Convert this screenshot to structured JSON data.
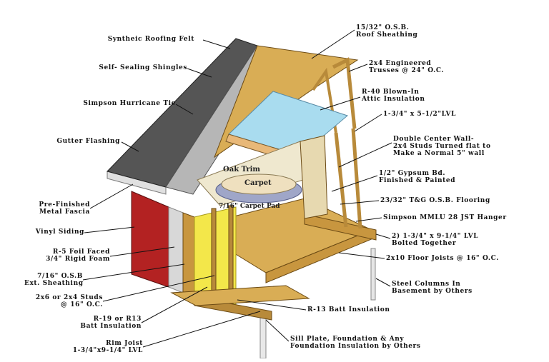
{
  "callouts_left": [
    {
      "id": "roofing-felt",
      "lines": [
        "Syntheic Roofing Felt"
      ]
    },
    {
      "id": "shingles",
      "lines": [
        "Self- Sealing Shingles"
      ]
    },
    {
      "id": "hurricane-tie",
      "lines": [
        "Simpson Hurricane Tie"
      ]
    },
    {
      "id": "gutter-flashing",
      "lines": [
        "Gutter Flashing"
      ]
    },
    {
      "id": "fascia",
      "lines": [
        "Pre-Finished",
        "Metal Fascia"
      ]
    },
    {
      "id": "vinyl-siding",
      "lines": [
        "Vinyl Siding"
      ]
    },
    {
      "id": "rigid-foam",
      "lines": [
        "R-5 Foil Faced",
        "3/4\" Rigid Foam"
      ]
    },
    {
      "id": "ext-sheathing",
      "lines": [
        "7/16\" O.S.B",
        "Ext. Sheathing"
      ]
    },
    {
      "id": "studs",
      "lines": [
        "2x6 or 2x4 Studs",
        "@ 16\" O.C."
      ]
    },
    {
      "id": "batt-r19",
      "lines": [
        "R-19 or R13",
        "Batt Insulation"
      ]
    },
    {
      "id": "rim-joist",
      "lines": [
        "Rim Joist",
        "1-3/4\"x9-1/4\" LVL"
      ]
    }
  ],
  "callouts_right": [
    {
      "id": "roof-sheathing",
      "lines": [
        "15/32\" O.S.B.",
        "Roof Sheathing"
      ]
    },
    {
      "id": "trusses",
      "lines": [
        "2x4 Engineered",
        "Trusses @ 24\" O.C."
      ]
    },
    {
      "id": "attic-insulation",
      "lines": [
        "R-40 Blown-In",
        "Attic Insulation"
      ]
    },
    {
      "id": "lvl-top",
      "lines": [
        "1-3/4\" x 5-1/2\"LVL"
      ]
    },
    {
      "id": "center-wall",
      "lines": [
        "Double Center Wall-",
        "2x4 Studs Turned flat to",
        "Make a Normal 5\" wall"
      ]
    },
    {
      "id": "gypsum",
      "lines": [
        "1/2\" Gypsum Bd.",
        "Finished & Painted"
      ]
    },
    {
      "id": "flooring",
      "lines": [
        "23/32\" T&G O.S.B. Flooring"
      ]
    },
    {
      "id": "hanger",
      "lines": [
        "Simpson MMLU 28 JST Hanger"
      ]
    },
    {
      "id": "lvl-beam",
      "lines": [
        "2) 1-3/4\" x 9-1/4\" LVL",
        "Bolted Together"
      ]
    },
    {
      "id": "floor-joists",
      "lines": [
        "2x10 Floor Joists @ 16\" O.C."
      ]
    },
    {
      "id": "steel-columns",
      "lines": [
        "Steel Columns In",
        "Basement by Others"
      ]
    },
    {
      "id": "batt-r13",
      "lines": [
        "R-13 Batt Insulation"
      ]
    },
    {
      "id": "sill-plate",
      "lines": [
        "Sill Plate, Foundation & Any",
        "Foundation Insulation by Others"
      ]
    }
  ],
  "room_labels": {
    "oak_trim": "Oak Trim",
    "carpet": "Carpet",
    "carpet_pad": "7/16\" Carpet Pad"
  },
  "colors": {
    "osb": "#d9ad55",
    "osb_dark": "#c8963f",
    "framing": "#b88a3a",
    "shingle": "#555555",
    "siding": "#b32222",
    "foam": "#d8d8d8",
    "batt": "#f3e74a",
    "attic_insulation": "#a9dcef",
    "gypsum": "#efe8cf",
    "carpet": "#9fa6c8"
  }
}
